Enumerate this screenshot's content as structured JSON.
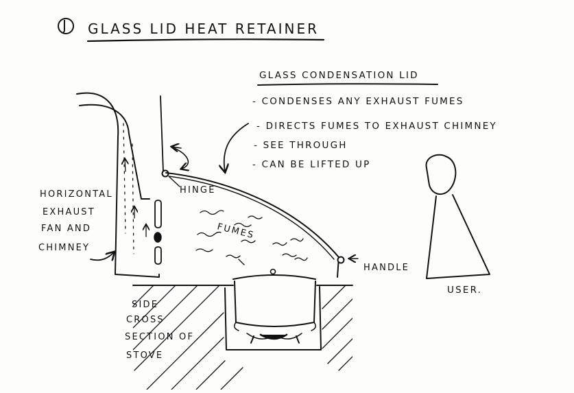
{
  "diagram": {
    "number_badge": "J",
    "title": "GLASS LID HEAT RETAINER",
    "lid": {
      "heading": "GLASS CONDENSATION LID",
      "points": [
        "- CONDENSES ANY EXHAUST FUMES",
        "- DIRECTS FUMES TO EXHAUST CHIMNEY",
        "- SEE THROUGH",
        "- CAN BE LIFTED UP"
      ]
    },
    "labels": {
      "hinge": "HINGE",
      "fumes": "FUMES",
      "handle": "HANDLE",
      "user": "USER."
    },
    "chimney_label": [
      "HORIZONTAL",
      "EXHAUST",
      "FAN AND",
      "CHIMNEY"
    ],
    "stove_label": [
      "SIDE",
      "CROSS",
      "SECTION OF",
      "STOVE"
    ]
  }
}
